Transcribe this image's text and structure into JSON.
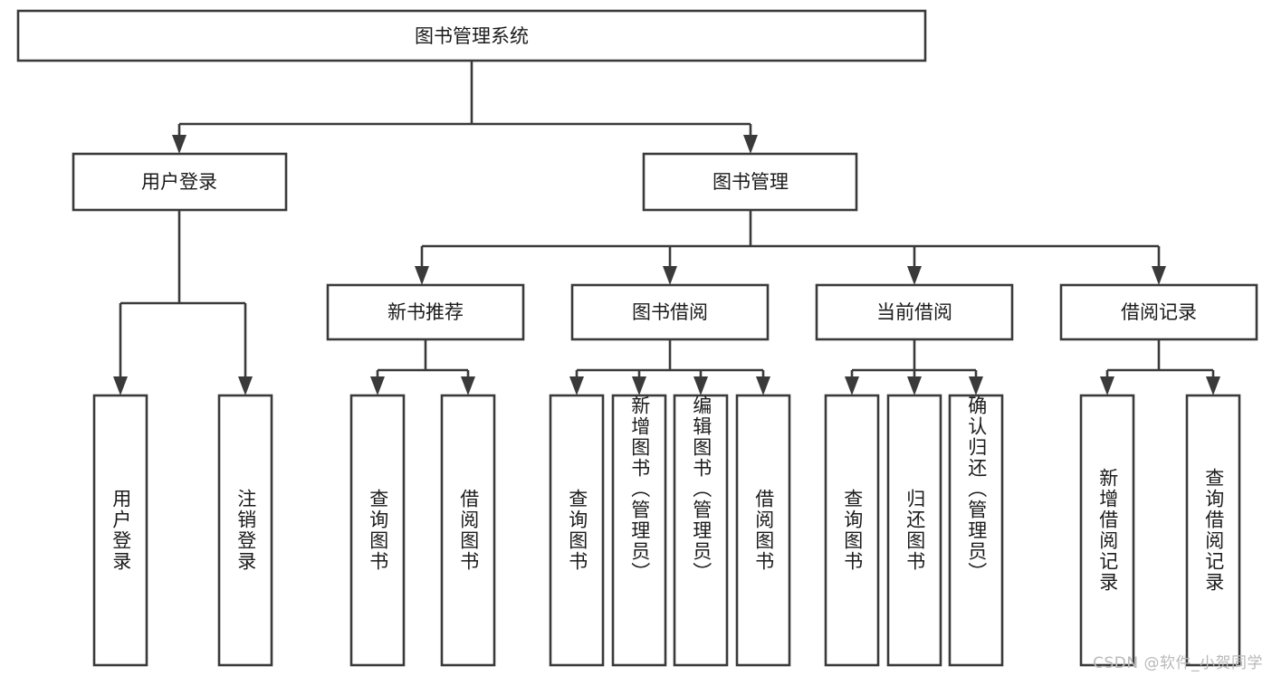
{
  "diagram": {
    "type": "tree-hierarchy-flowchart",
    "title": "图书管理系统",
    "orientation": "top-down",
    "colors": {
      "box_stroke": "#3a3a3a",
      "box_fill": "#ffffff",
      "connector": "#3a3a3a",
      "text": "#1b1b1b",
      "background": "#ffffff",
      "watermark": "#b9b9b9"
    },
    "nodes": {
      "root": {
        "label": "图书管理系统"
      },
      "level2": [
        {
          "id": "user-login",
          "label": "用户登录"
        },
        {
          "id": "book-management",
          "label": "图书管理"
        }
      ],
      "level3": [
        {
          "id": "new-book-recommend",
          "label": "新书推荐"
        },
        {
          "id": "book-borrow",
          "label": "图书借阅"
        },
        {
          "id": "current-borrow",
          "label": "当前借阅"
        },
        {
          "id": "borrow-record",
          "label": "借阅记录"
        }
      ],
      "leaves": {
        "user-login": [
          {
            "id": "leaf-user-login",
            "label": "用户登录"
          },
          {
            "id": "leaf-logout-login",
            "label": "注销登录"
          }
        ],
        "new-book-recommend": [
          {
            "id": "leaf-query-book-1",
            "label": "查询图书"
          },
          {
            "id": "leaf-borrow-book-1",
            "label": "借阅图书"
          }
        ],
        "book-borrow": [
          {
            "id": "leaf-query-book-2",
            "label": "查询图书"
          },
          {
            "id": "leaf-add-book-admin",
            "label": "新增图书（管理员）"
          },
          {
            "id": "leaf-edit-book-admin",
            "label": "编辑图书（管理员）"
          },
          {
            "id": "leaf-borrow-book-2",
            "label": "借阅图书"
          }
        ],
        "current-borrow": [
          {
            "id": "leaf-query-book-3",
            "label": "查询图书"
          },
          {
            "id": "leaf-return-book",
            "label": "归还图书"
          },
          {
            "id": "leaf-confirm-return-admin",
            "label": "确认归还（管理员）"
          }
        ],
        "borrow-record": [
          {
            "id": "leaf-add-borrow-record",
            "label": "新增借阅记录"
          },
          {
            "id": "leaf-query-borrow-record",
            "label": "查询借阅记录"
          }
        ]
      }
    },
    "watermark": "CSDN @软件_小贺同学"
  }
}
